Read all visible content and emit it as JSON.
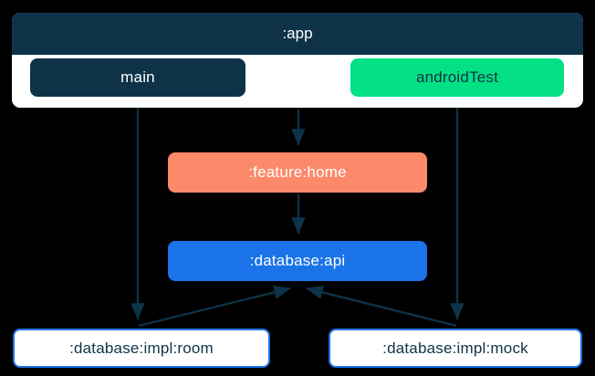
{
  "diagram": {
    "type": "module-dependency-graph",
    "background_color": "#000000",
    "edge_color": "#0e3349",
    "clusters": [
      {
        "id": "app",
        "label": ":app",
        "header_color": "#0e3349",
        "body_color": "#ffffff",
        "text_color": "#ffffff"
      }
    ],
    "nodes": [
      {
        "id": "main",
        "label": "main",
        "fill": "#0e3349",
        "text_color": "#ffffff",
        "style": "filled",
        "parent": "app"
      },
      {
        "id": "androidTest",
        "label": "androidTest",
        "fill": "#04e184",
        "text_color": "#0e3349",
        "style": "filled",
        "parent": "app"
      },
      {
        "id": "feature-home",
        "label": ":feature:home",
        "fill": "#fc8a6a",
        "text_color": "#ffffff",
        "style": "filled",
        "parent": null
      },
      {
        "id": "database-api",
        "label": ":database:api",
        "fill": "#1a73e8",
        "text_color": "#ffffff",
        "style": "filled",
        "parent": null
      },
      {
        "id": "database-impl-room",
        "label": ":database:impl:room",
        "fill": "#ffffff",
        "text_color": "#0e3349",
        "border_color": "#1a73e8",
        "style": "outlined",
        "parent": null
      },
      {
        "id": "database-impl-mock",
        "label": ":database:impl:mock",
        "fill": "#ffffff",
        "text_color": "#0e3349",
        "border_color": "#1a73e8",
        "style": "outlined",
        "parent": null
      }
    ],
    "edges": [
      {
        "from": "main",
        "to": "database-impl-room",
        "arrow": "to"
      },
      {
        "from": "app",
        "to": "feature-home",
        "arrow": "to"
      },
      {
        "from": "feature-home",
        "to": "database-api",
        "arrow": "to"
      },
      {
        "from": "androidTest",
        "to": "database-impl-mock",
        "arrow": "to"
      },
      {
        "from": "database-impl-room",
        "to": "database-api",
        "arrow": "to"
      },
      {
        "from": "database-impl-mock",
        "to": "database-api",
        "arrow": "to"
      }
    ]
  }
}
